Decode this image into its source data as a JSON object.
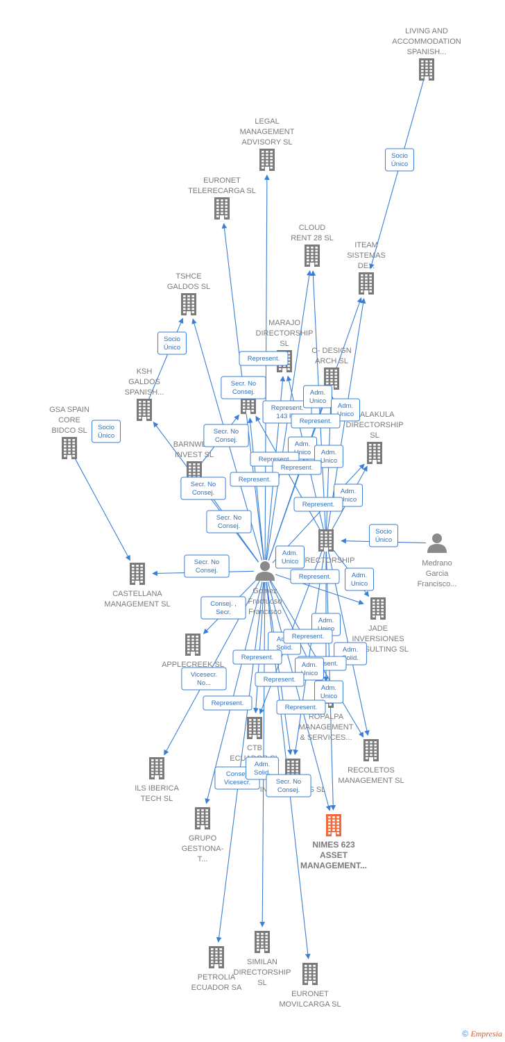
{
  "colors": {
    "edge": "#3a7fd5",
    "company": "#7a7a7a",
    "highlight": "#f26a3c",
    "person": "#8a8a8a"
  },
  "nodes": [
    {
      "id": "living",
      "type": "company",
      "lines": [
        "LIVING AND",
        "ACCOMMODATION",
        "SPANISH..."
      ]
    },
    {
      "id": "legal",
      "type": "company",
      "lines": [
        "LEGAL",
        "MANAGEMENT",
        "ADVISORY  SL"
      ]
    },
    {
      "id": "euronet_tel",
      "type": "company",
      "lines": [
        "EURONET",
        "TELERECARGA SL"
      ]
    },
    {
      "id": "cloud",
      "type": "company",
      "lines": [
        "CLOUD",
        "RENT 28  SL"
      ]
    },
    {
      "id": "iteam",
      "type": "company",
      "lines": [
        "ITEAM",
        "SISTEMAS",
        "DE..."
      ]
    },
    {
      "id": "tshce",
      "type": "company",
      "lines": [
        "TSHCE",
        "GALDOS  SL"
      ]
    },
    {
      "id": "marajo",
      "type": "company",
      "lines": [
        "MARAJO",
        "DIRECTORSHIP",
        "SL"
      ]
    },
    {
      "id": "odesign",
      "type": "company",
      "lines": [
        "O- DESIGN",
        "ARCH  SL"
      ]
    },
    {
      "id": "ksh",
      "type": "company",
      "lines": [
        "KSH",
        "GALDOS",
        "SPANISH..."
      ]
    },
    {
      "id": "cnwl",
      "type": "company",
      "lines": [
        "CNWL OIL"
      ]
    },
    {
      "id": "gsa",
      "type": "company",
      "lines": [
        "GSA SPAIN",
        "CORE",
        "BIDCO  SL"
      ]
    },
    {
      "id": "salakula",
      "type": "company",
      "lines": [
        "SALAKULA",
        "DIRECTORSHIP",
        "SL"
      ]
    },
    {
      "id": "barnwell",
      "type": "company",
      "lines": [
        "BARNWELL",
        "INVEST  SL"
      ]
    },
    {
      "id": "directorship",
      "type": "company",
      "lines": [
        "DIRECTORSHIP"
      ]
    },
    {
      "id": "medrano",
      "type": "person",
      "lines": [
        "Medrano",
        "Garcia",
        "Francisco..."
      ]
    },
    {
      "id": "castellana",
      "type": "company",
      "lines": [
        "CASTELLANA",
        "MANAGEMENT SL"
      ]
    },
    {
      "id": "gomez",
      "type": "person",
      "lines": [
        "Gomez",
        "Fructuoso",
        "Francisco"
      ]
    },
    {
      "id": "jade",
      "type": "company",
      "lines": [
        "JADE",
        "INVERSIONES",
        "CONSULTING SL"
      ]
    },
    {
      "id": "applecreek",
      "type": "company",
      "lines": [
        "APPLECREEK SL"
      ]
    },
    {
      "id": "ropalpa",
      "type": "company",
      "lines": [
        "ROPALPA",
        "MANAGEMENT",
        "& SERVICES..."
      ]
    },
    {
      "id": "ctb",
      "type": "company",
      "lines": [
        "CTB",
        "ECUADOR  SL"
      ]
    },
    {
      "id": "recoletos",
      "type": "company",
      "lines": [
        "RECOLETOS",
        "MANAGEMENT SL"
      ]
    },
    {
      "id": "ils",
      "type": "company",
      "lines": [
        "ILS IBERICA",
        "TECH  SL"
      ]
    },
    {
      "id": "investments",
      "type": "company",
      "lines": [
        "INVESTMENTS SL"
      ]
    },
    {
      "id": "nimes",
      "type": "highlight",
      "lines": [
        "NIMES 623",
        "ASSET",
        "MANAGEMENT..."
      ]
    },
    {
      "id": "grupo",
      "type": "company",
      "lines": [
        "GRUPO",
        "GESTIONA-",
        "T..."
      ]
    },
    {
      "id": "similan",
      "type": "company",
      "lines": [
        "SIMILAN",
        "DIRECTORSHIP",
        "SL"
      ]
    },
    {
      "id": "petrolia",
      "type": "company",
      "lines": [
        "PETROLIA",
        "ECUADOR SA"
      ]
    },
    {
      "id": "euronet_mov",
      "type": "company",
      "lines": [
        "EURONET",
        "MOVILCARGA SL"
      ]
    }
  ],
  "edge_labels": [
    [
      "Socio",
      "Único"
    ],
    [
      "Socio",
      "Único"
    ],
    [
      "Socio",
      "Único"
    ],
    [
      "Socio",
      "Único"
    ],
    [
      "Socio",
      "Único"
    ],
    [
      "Represent."
    ],
    [
      "Secr.  No",
      "Consej."
    ],
    [
      "Represent.",
      "143 F..."
    ],
    [
      "Adm.",
      "Unico"
    ],
    [
      "Adm.",
      "Unico"
    ],
    [
      "Represent."
    ],
    [
      "Secr.  No",
      "Consej."
    ],
    [
      "Adm.",
      "Unico"
    ],
    [
      "Adm.",
      "Unico"
    ],
    [
      "Represent."
    ],
    [
      "Represent."
    ],
    [
      "Represent."
    ],
    [
      "Secr.  No",
      "Consej."
    ],
    [
      "Adm.",
      "Unico"
    ],
    [
      "Represent."
    ],
    [
      "Secr.  No",
      "Consej."
    ],
    [
      "Adm.",
      "Unico"
    ],
    [
      "Secr.  No",
      "Consej."
    ],
    [
      "Represent."
    ],
    [
      "Adm.",
      "Unico"
    ],
    [
      "Consej. ,",
      "Secr."
    ],
    [
      "Adm.",
      "Unico"
    ],
    [
      "Adm.",
      "Solid."
    ],
    [
      "Represent."
    ],
    [
      "Adm.",
      "Solid."
    ],
    [
      "Represent."
    ],
    [
      "Represent."
    ],
    [
      "Adm.",
      "Unico"
    ],
    [
      "Vicesecr.",
      "No..."
    ],
    [
      "Represent."
    ],
    [
      "Adm.",
      "Unico"
    ],
    [
      "Represent."
    ],
    [
      "Represent."
    ],
    [
      "Consej.",
      "Vicesecr."
    ],
    [
      "Adm.",
      "Solid."
    ],
    [
      "Secr.  No",
      "Consej."
    ]
  ],
  "credit": {
    "symbol": "©",
    "brand": "Empresia"
  }
}
